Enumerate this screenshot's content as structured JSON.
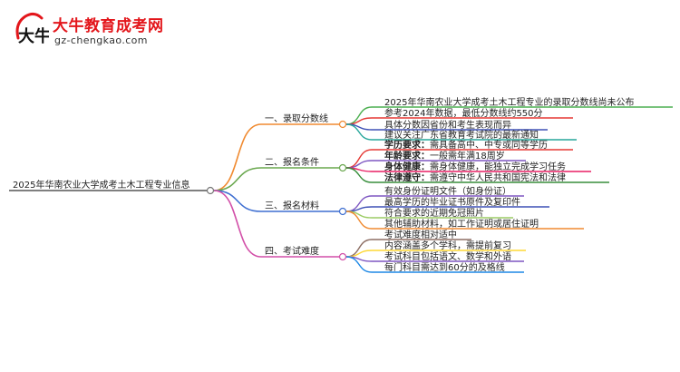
{
  "brand": {
    "title": "大牛教育成考网",
    "url": "gz-chengkao.com",
    "logo_glyph": "大牛"
  },
  "root": {
    "label": "2025年华南农业大学成考土木工程专业信息"
  },
  "branches": [
    {
      "label": "一、录取分数线",
      "color": "#f08a30",
      "items": [
        {
          "text": "2025年华南农业大学成考土木工程专业的录取分数线尚未公布",
          "color": "#4caf50"
        },
        {
          "text": "参考2024年数据，最低分数线约550分",
          "color": "#e53935"
        },
        {
          "text": "具体分数因省份和考生表现而异",
          "color": "#3f51b5"
        },
        {
          "text": "建议关注广东省教育考试院的最新通知",
          "color": "#26a69a"
        }
      ]
    },
    {
      "label": "二、报名条件",
      "color": "#6aa84f",
      "items": [
        {
          "bold": "学历要求：",
          "text": "需具备高中、中专或同等学历",
          "color": "#e53935"
        },
        {
          "bold": "年龄要求：",
          "text": "一般需年满18周岁",
          "color": "#7e57c2"
        },
        {
          "bold": "身体健康：",
          "text": "需身体健康，能独立完成学习任务",
          "color": "#e91e63"
        },
        {
          "bold": "法律遵守：",
          "text": "需遵守中华人民共和国宪法和法律",
          "color": "#388e3c"
        }
      ]
    },
    {
      "label": "三、报名材料",
      "color": "#3f6fd1",
      "items": [
        {
          "text": "有效身份证明文件（如身份证）",
          "color": "#7e57c2"
        },
        {
          "text": "最高学历的毕业证书原件及复印件",
          "color": "#3f51b5"
        },
        {
          "text": "符合要求的近期免冠照片",
          "color": "#9ccc65"
        },
        {
          "text": "其他辅助材料，如工作证明或居住证明",
          "color": "#f08a30"
        }
      ]
    },
    {
      "label": "四、考试难度",
      "color": "#d24fa8",
      "items": [
        {
          "text": "考试难度相对适中",
          "color": "#8d6e63"
        },
        {
          "text": "内容涵盖多个学科，需提前复习",
          "color": "#fdd835"
        },
        {
          "text": "考试科目包括语文、数学和外语",
          "color": "#7e57c2"
        },
        {
          "text": "每门科目需达到60分的及格线",
          "color": "#1e88e5"
        }
      ]
    }
  ]
}
